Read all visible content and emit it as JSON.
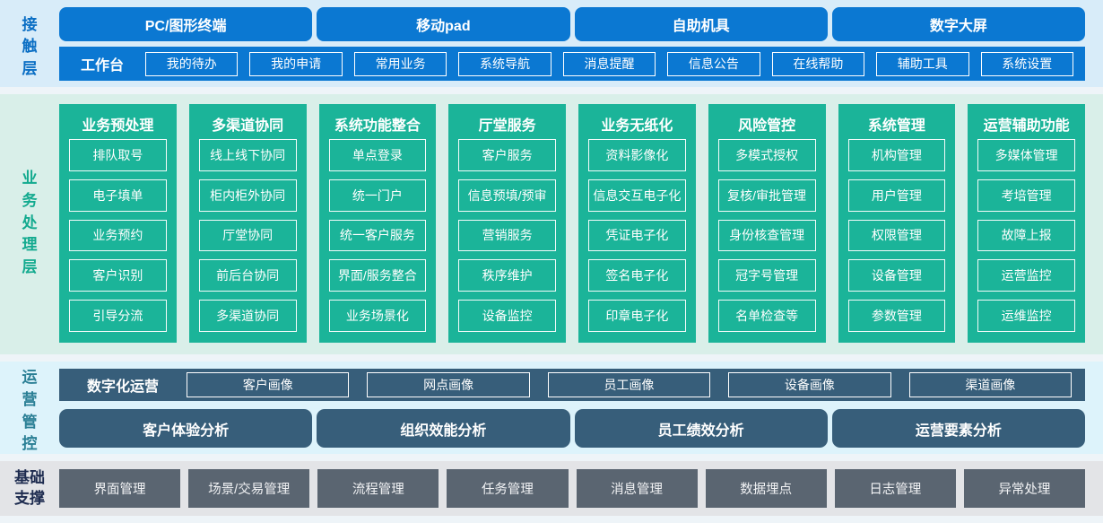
{
  "colors": {
    "blue": "#0b78d2",
    "teal": "#1bb499",
    "slate": "#375e7a",
    "gray": "#5a6571",
    "page-bg": "#eef4f8",
    "contact-bg": "#d8ecf9",
    "business-bg": "#d9efe9",
    "ops-bg": "#ddf3fb",
    "foundation-bg": "#e3e4e7",
    "contact-label": "#0a6ec4",
    "business-label": "#13aa8f",
    "ops-label": "#2a7f95",
    "foundation-label": "#1d2b4f"
  },
  "contact": {
    "label": "接触层",
    "devices": [
      "PC/图形终端",
      "移动pad",
      "自助机具",
      "数字大屏"
    ],
    "workbench": {
      "label": "工作台",
      "items": [
        "我的待办",
        "我的申请",
        "常用业务",
        "系统导航",
        "消息提醒",
        "信息公告",
        "在线帮助",
        "辅助工具",
        "系统设置"
      ]
    }
  },
  "business": {
    "label": "业务处理层",
    "columns": [
      {
        "title": "业务预处理",
        "items": [
          "排队取号",
          "电子填单",
          "业务预约",
          "客户识别",
          "引导分流"
        ]
      },
      {
        "title": "多渠道协同",
        "items": [
          "线上线下协同",
          "柜内柜外协同",
          "厅堂协同",
          "前后台协同",
          "多渠道协同"
        ]
      },
      {
        "title": "系统功能整合",
        "items": [
          "单点登录",
          "统一门户",
          "统一客户服务",
          "界面/服务整合",
          "业务场景化"
        ]
      },
      {
        "title": "厅堂服务",
        "items": [
          "客户服务",
          "信息预填/预审",
          "营销服务",
          "秩序维护",
          "设备监控"
        ]
      },
      {
        "title": "业务无纸化",
        "items": [
          "资料影像化",
          "信息交互电子化",
          "凭证电子化",
          "签名电子化",
          "印章电子化"
        ]
      },
      {
        "title": "风险管控",
        "items": [
          "多模式授权",
          "复核/审批管理",
          "身份核查管理",
          "冠字号管理",
          "名单检查等"
        ]
      },
      {
        "title": "系统管理",
        "items": [
          "机构管理",
          "用户管理",
          "权限管理",
          "设备管理",
          "参数管理"
        ]
      },
      {
        "title": "运营辅助功能",
        "items": [
          "多媒体管理",
          "考培管理",
          "故障上报",
          "运营监控",
          "运维监控"
        ]
      }
    ]
  },
  "operations": {
    "label": "运营管控",
    "digital": {
      "label": "数字化运营",
      "items": [
        "客户画像",
        "网点画像",
        "员工画像",
        "设备画像",
        "渠道画像"
      ]
    },
    "analysis": [
      "客户体验分析",
      "组织效能分析",
      "员工绩效分析",
      "运营要素分析"
    ]
  },
  "foundation": {
    "label": "基础支撑",
    "items": [
      "界面管理",
      "场景/交易管理",
      "流程管理",
      "任务管理",
      "消息管理",
      "数据埋点",
      "日志管理",
      "异常处理"
    ]
  }
}
